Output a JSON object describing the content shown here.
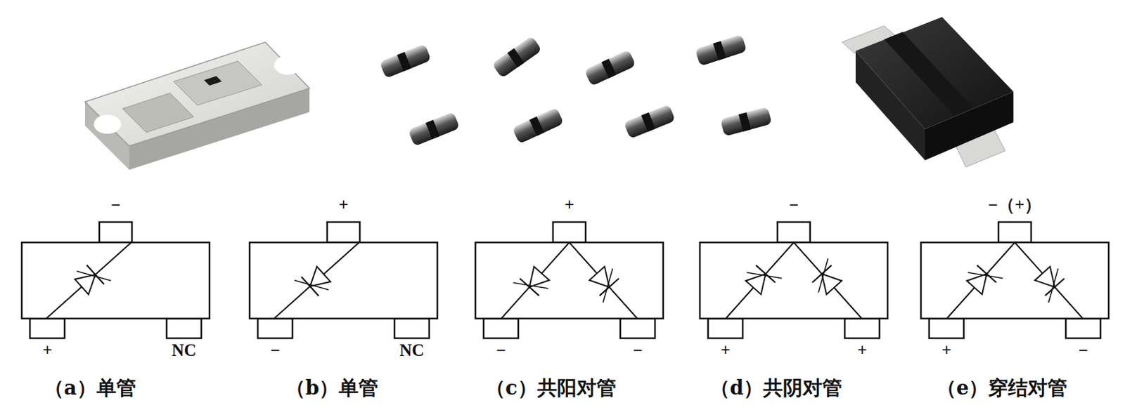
{
  "diagram": {
    "labels": [
      "−",
      "+",
      "NC",
      "（a）单管",
      "+",
      "−",
      "NC",
      "（b）单管",
      "+",
      "−",
      "−",
      "（c）共阳对管",
      "−",
      "+",
      "+",
      "（d）共阴对管",
      "−（+）",
      "+",
      "−",
      "（e）穿结对管"
    ]
  }
}
